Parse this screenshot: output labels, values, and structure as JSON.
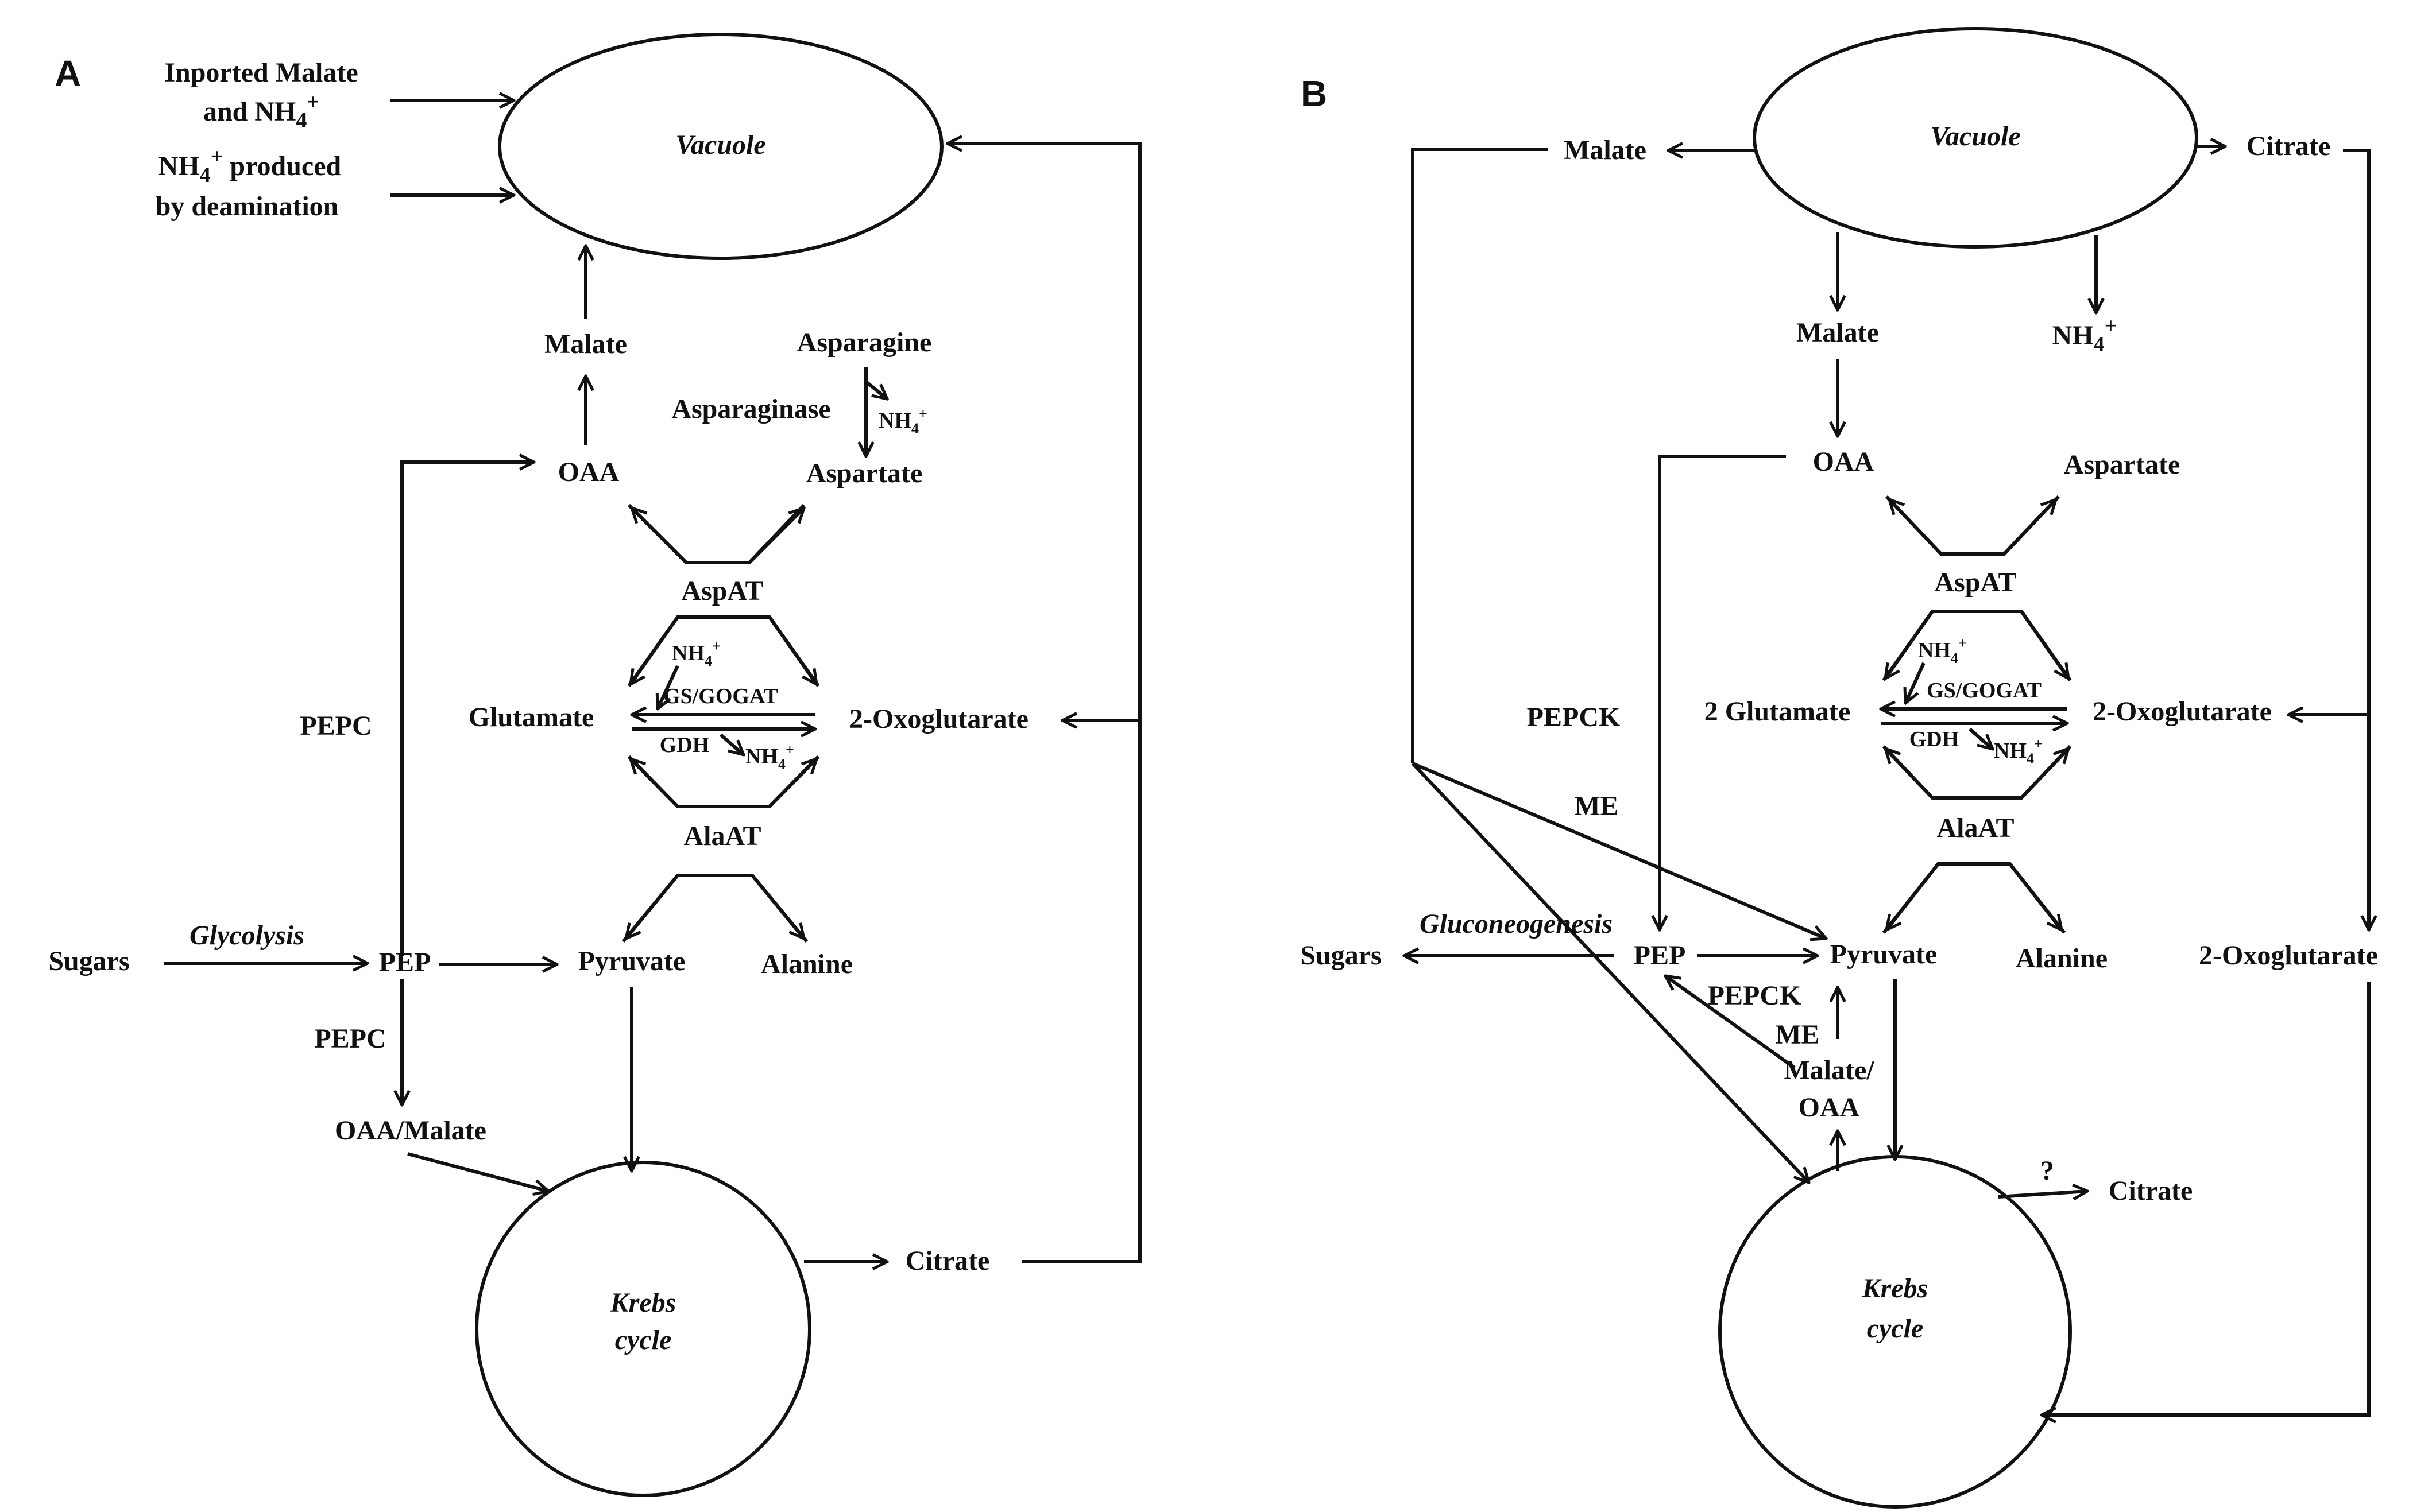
{
  "panel_a": {
    "panel_label": "A",
    "inported_malate_1": "Inported Malate",
    "inported_malate_2": "and NH",
    "nh4_produced_1": "NH",
    "nh4_produced_1b": " produced",
    "nh4_produced_2": "by deamination",
    "vacuole": "Vacuole",
    "malate": "Malate",
    "asparagine": "Asparagine",
    "asparaginase": "Asparaginase",
    "nh4": "NH",
    "aspartate": "Aspartate",
    "oaa": "OAA",
    "aspat": "AspAT",
    "pepc_top": "PEPC",
    "glutamate": "Glutamate",
    "gs_gogat": "GS/GOGAT",
    "gdh": "GDH",
    "oxoglutarate": "2-Oxoglutarate",
    "alaat": "AlaAT",
    "sugars": "Sugars",
    "glycolysis": "Glycolysis",
    "pep": "PEP",
    "pyruvate": "Pyruvate",
    "alanine": "Alanine",
    "pepc_bottom": "PEPC",
    "oaa_malate": "OAA/Malate",
    "krebs_1": "Krebs",
    "krebs_2": "cycle",
    "citrate": "Citrate",
    "sub4": "4",
    "sup_plus": "+"
  },
  "panel_b": {
    "panel_label": "B",
    "vacuole": "Vacuole",
    "malate_top": "Malate",
    "citrate_top": "Citrate",
    "malate_mid": "Malate",
    "nh4": "NH",
    "oaa": "OAA",
    "aspartate": "Aspartate",
    "aspat": "AspAT",
    "pepck_top": "PEPCK",
    "glutamate": "2 Glutamate",
    "gs_gogat": "GS/GOGAT",
    "gdh": "GDH",
    "oxoglutarate_mid": "2-Oxoglutarate",
    "me_top": "ME",
    "alaat": "AlaAT",
    "gluconeogenesis": "Gluconeogenesis",
    "sugars": "Sugars",
    "pep": "PEP",
    "pyruvate": "Pyruvate",
    "alanine": "Alanine",
    "oxoglutarate_right": "2-Oxoglutarate",
    "pepck_bottom": "PEPCK",
    "me_bottom": "ME",
    "malate_oaa_1": "Malate/",
    "malate_oaa_2": "OAA",
    "question": "?",
    "citrate_bottom": "Citrate",
    "krebs_1": "Krebs",
    "krebs_2": "cycle",
    "sub4": "4",
    "sup_plus": "+"
  }
}
